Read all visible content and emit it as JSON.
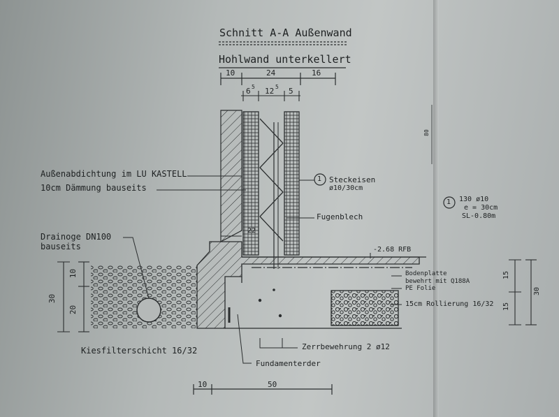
{
  "title": "Schnitt A-A Außenwand",
  "subtitle": "Hohlwand unterkellert",
  "dims_top": [
    "10",
    "24",
    "16"
  ],
  "dims_inner": [
    "6",
    "5",
    "12",
    "5",
    "5"
  ],
  "dims_bottom": [
    "10",
    "50"
  ],
  "dims_left": [
    "30",
    "10",
    "20"
  ],
  "dims_right": [
    "15",
    "15",
    "30"
  ],
  "dim_far": "80",
  "dim_22": "22",
  "labels": {
    "abdichtung": "Außenabdichtung im LU KASTELL",
    "daemmung": "10cm Dämmung bauseits",
    "drainage_1": "Drainoge DN100",
    "drainage_2": "bauseits",
    "kies": "Kiesfilterschicht 16/32",
    "steckeisen_1": "Steckeisen",
    "steckeisen_2": "ø10/30cm",
    "fugenblech": "Fugenblech",
    "rfb": "-2.68 RFB",
    "bodenplatte_1": "Bodenplatte",
    "bodenplatte_2": "bewehrt mit Q188A",
    "pe_folie": "PE Folie",
    "rollierung": "15cm Rollierung 16/32",
    "zerr": "Zerrbewehrung 2 ø12",
    "fundament": "Fundamenterder",
    "callout_num": "1",
    "callout_side_num": "1",
    "spec_1": "130 ø10",
    "spec_2": "e = 30cm",
    "spec_3": "SL-0.80m"
  }
}
